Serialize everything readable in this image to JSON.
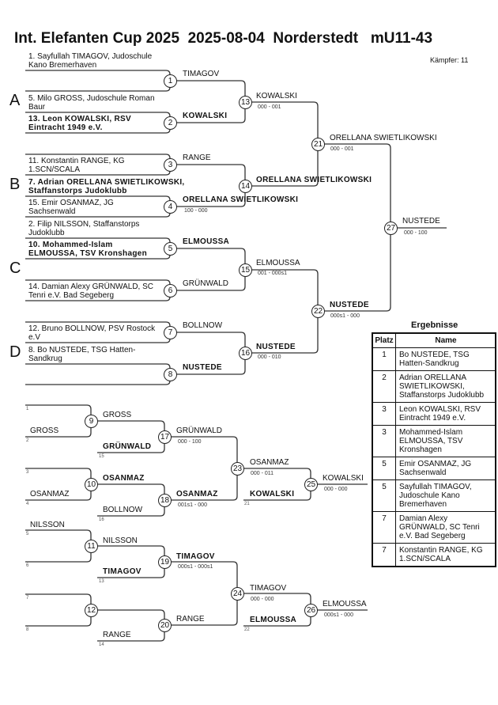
{
  "header": {
    "title": "Int. Elefanten Cup 2025  2025-08-04  Norderstedt   mU11-43",
    "kaempfer": "Kämpfer: 11"
  },
  "pools": [
    "A",
    "B",
    "C",
    "D"
  ],
  "entries": [
    "1. Sayfullah TIMAGOV, Judoschule Kano Bremerhaven",
    "5. Milo GROSS, Judoschule Roman Baur",
    "13. Leon KOWALSKI, RSV Eintracht 1949 e.V.",
    "11. Konstantin RANGE, KG 1.SCN/SCALA",
    "7. Adrian ORELLANA SWIETLIKOWSKI, Staffanstorps Judoklubb",
    "15. Emir OSANMAZ, JG Sachsenwald",
    "2. Filip NILSSON, Staffanstorps Judoklubb",
    "10. Mohammed-Islam ELMOUSSA, TSV Kronshagen",
    "14. Damian Alexy GRÜNWALD, SC Tenri e.V. Bad Segeberg",
    "12. Bruno BOLLNOW, PSV Rostock e.V",
    "8. Bo NUSTEDE, TSG Hatten-Sandkrug"
  ],
  "main_fights": {
    "f1": {
      "no": "1",
      "winner": "TIMAGOV"
    },
    "f2": {
      "no": "2",
      "winner": "KOWALSKI"
    },
    "f3": {
      "no": "3",
      "winner": "RANGE"
    },
    "f4": {
      "no": "4",
      "winner": "ORELLANA SWIETLIKOWSKI",
      "score": "100 - 000"
    },
    "f5": {
      "no": "5",
      "winner": "ELMOUSSA"
    },
    "f6": {
      "no": "6",
      "winner": "GRÜNWALD"
    },
    "f7": {
      "no": "7",
      "winner": "BOLLNOW"
    },
    "f8": {
      "no": "8",
      "winner": "NUSTEDE"
    },
    "f13": {
      "no": "13",
      "winner": "KOWALSKI",
      "score": "000 - 001"
    },
    "f14": {
      "no": "14",
      "winner": "ORELLANA SWIETLIKOWSKI"
    },
    "f15": {
      "no": "15",
      "winner": "ELMOUSSA",
      "score": "001 - 000s1"
    },
    "f16": {
      "no": "16",
      "winner": "NUSTEDE",
      "score": "000 - 010"
    },
    "f21": {
      "no": "21",
      "winner": "ORELLANA SWIETLIKOWSKI",
      "score": "000 - 001"
    },
    "f22": {
      "no": "22",
      "winner": "NUSTEDE",
      "score": "000s1 - 000"
    },
    "f27": {
      "no": "27",
      "winner": "NUSTEDE",
      "score": "000 - 100"
    }
  },
  "repechage": {
    "f9": {
      "no": "9",
      "top_ref": "1",
      "bottom_ref": "2",
      "bottom_name": "GROSS",
      "winner": "GROSS"
    },
    "f17": {
      "no": "17",
      "bottom_name": "GRÜNWALD",
      "bottom_ref": "15",
      "winner": "GRÜNWALD",
      "score": "000 - 100"
    },
    "f10": {
      "no": "10",
      "top_ref": "3",
      "bottom_ref": "4",
      "bottom_name": "OSANMAZ",
      "winner": "OSANMAZ"
    },
    "f18": {
      "no": "18",
      "bottom_name": "BOLLNOW",
      "bottom_ref": "16",
      "winner": "OSANMAZ",
      "score": "001s1 - 000"
    },
    "f23": {
      "no": "23",
      "winner": "OSANMAZ",
      "score": "000 - 011"
    },
    "f25": {
      "no": "25",
      "bottom_name": "KOWALSKI",
      "bottom_ref": "21",
      "winner": "KOWALSKI",
      "score": "000 - 000"
    },
    "f11": {
      "no": "11",
      "top_ref": "5",
      "bottom_ref": "6",
      "top_name": "NILSSON",
      "winner": "NILSSON"
    },
    "f19": {
      "no": "19",
      "bottom_name": "TIMAGOV",
      "bottom_ref": "13",
      "winner": "TIMAGOV",
      "score": "000s1 - 000s1"
    },
    "f12": {
      "no": "12",
      "top_ref": "7",
      "bottom_ref": "8"
    },
    "f20": {
      "no": "20",
      "bottom_name": "RANGE",
      "bottom_ref": "14",
      "winner": "RANGE"
    },
    "f24": {
      "no": "24",
      "winner": "TIMAGOV",
      "score": "000 - 000"
    },
    "f26": {
      "no": "26",
      "bottom_name": "ELMOUSSA",
      "bottom_ref": "22",
      "winner": "ELMOUSSA",
      "score": "000s1 - 000"
    }
  },
  "results": {
    "title": "Ergebnisse",
    "headers": {
      "place": "Platz",
      "name": "Name"
    },
    "rows": [
      {
        "place": "1",
        "name": "Bo NUSTEDE, TSG Hatten-Sandkrug"
      },
      {
        "place": "2",
        "name": "Adrian ORELLANA SWIETLIKOWSKI, Staffanstorps Judoklubb"
      },
      {
        "place": "3",
        "name": "Leon KOWALSKI, RSV Eintracht 1949 e.V."
      },
      {
        "place": "3",
        "name": "Mohammed-Islam ELMOUSSA, TSV Kronshagen"
      },
      {
        "place": "5",
        "name": "Emir OSANMAZ, JG Sachsenwald"
      },
      {
        "place": "5",
        "name": "Sayfullah TIMAGOV, Judoschule Kano Bremerhaven"
      },
      {
        "place": "7",
        "name": "Damian Alexy GRÜNWALD, SC Tenri e.V. Bad Segeberg"
      },
      {
        "place": "7",
        "name": "Konstantin RANGE, KG 1.SCN/SCALA"
      }
    ]
  }
}
